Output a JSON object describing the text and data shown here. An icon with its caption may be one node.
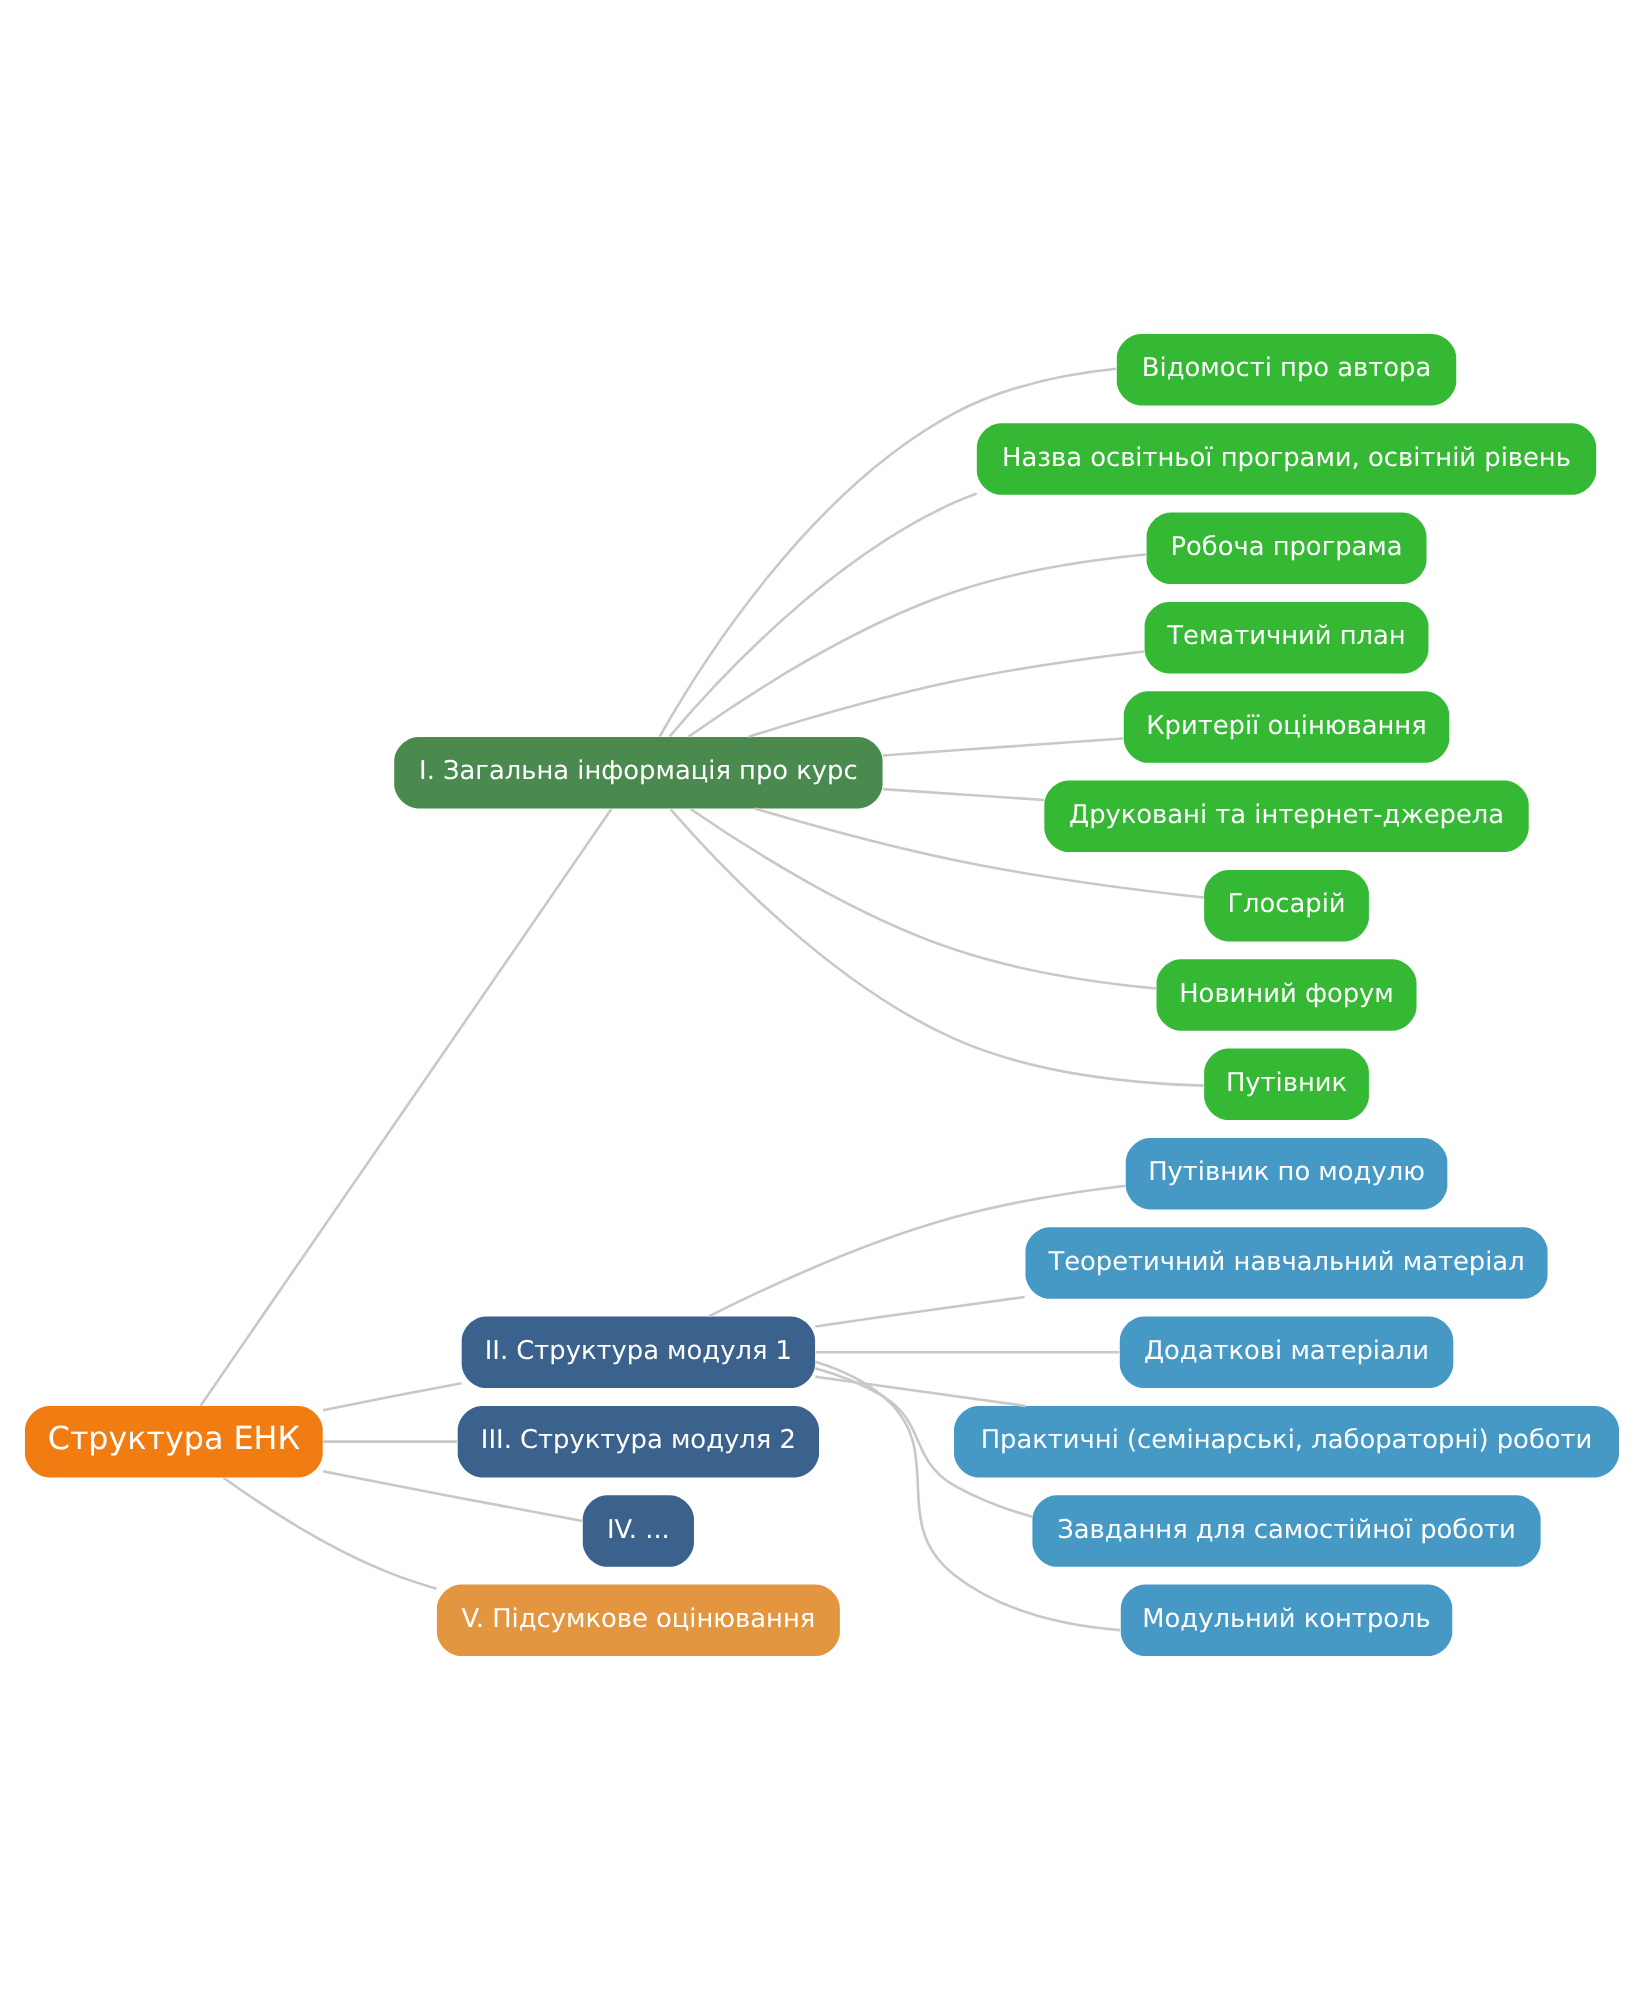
{
  "diagram": {
    "nodes": [
      {
        "text": [
          "Структура ЕНК"
        ]
      },
      {
        "text": [
          "I. Загальна інформація про курс"
        ]
      },
      {
        "text": [
          "Відомості про автора"
        ]
      },
      {
        "text": [
          "Назва освітньої програми, освітній рівень"
        ]
      },
      {
        "text": [
          "Робоча програма"
        ]
      },
      {
        "text": [
          "Тематичний план"
        ]
      },
      {
        "text": [
          "Критерії оцінювання"
        ]
      },
      {
        "text": [
          "Друковані та інтернет-джерела"
        ]
      },
      {
        "text": [
          "Глосарій"
        ]
      },
      {
        "text": [
          "Новиний форум"
        ]
      },
      {
        "text": [
          "Путівник"
        ]
      },
      {
        "text": [
          "II. Структура модуля 1"
        ]
      },
      {
        "text": [
          "Путівник по модулю"
        ]
      },
      {
        "text": [
          "Теоретичний навчальний матеріал"
        ]
      },
      {
        "text": [
          "Додаткові матеріали"
        ]
      },
      {
        "text": [
          "Практичні (семінарські, лабораторні) роботи"
        ]
      },
      {
        "text": [
          "Завдання для самостійної роботи"
        ]
      },
      {
        "text": [
          "Модульний контроль"
        ]
      },
      {
        "text": [
          "III. Структура модуля 2"
        ]
      },
      {
        "text": [
          "IV. ..."
        ]
      },
      {
        "text": [
          "V. Підсумкове оцінювання"
        ]
      }
    ],
    "edges": [
      {
        "from": 0,
        "to": 1,
        "arrow": "none"
      },
      {
        "from": 1,
        "to": 2,
        "arrow": "none"
      },
      {
        "from": 1,
        "to": 3,
        "arrow": "none"
      },
      {
        "from": 1,
        "to": 4,
        "arrow": "none"
      },
      {
        "from": 1,
        "to": 5,
        "arrow": "none"
      },
      {
        "from": 1,
        "to": 6,
        "arrow": "none"
      },
      {
        "from": 1,
        "to": 7,
        "arrow": "none"
      },
      {
        "from": 1,
        "to": 8,
        "arrow": "none"
      },
      {
        "from": 1,
        "to": 9,
        "arrow": "none"
      },
      {
        "from": 1,
        "to": 10,
        "arrow": "none"
      },
      {
        "from": 0,
        "to": 11,
        "arrow": "none"
      },
      {
        "from": 11,
        "to": 12,
        "arrow": "none"
      },
      {
        "from": 11,
        "to": 13,
        "arrow": "none"
      },
      {
        "from": 11,
        "to": 14,
        "arrow": "none"
      },
      {
        "from": 11,
        "to": 15,
        "arrow": "none"
      },
      {
        "from": 11,
        "to": 16,
        "arrow": "none"
      },
      {
        "from": 11,
        "to": 17,
        "arrow": "none"
      },
      {
        "from": 0,
        "to": 18,
        "arrow": "none"
      },
      {
        "from": 0,
        "to": 19,
        "arrow": "none"
      },
      {
        "from": 0,
        "to": 20,
        "arrow": "none"
      }
    ]
  }
}
